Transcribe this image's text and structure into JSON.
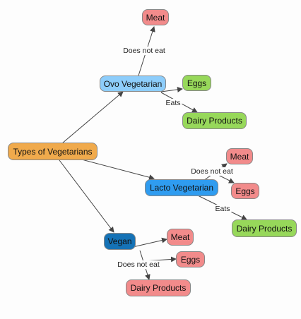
{
  "nodes": {
    "root": {
      "label": "Types of Vegetarians",
      "color": "#f0aa4c"
    },
    "ovo": {
      "label": "Ovo Vegetarian",
      "color": "#8dcdfb"
    },
    "ovo_meat": {
      "label": "Meat",
      "color": "#f28b8b"
    },
    "ovo_eggs": {
      "label": "Eggs",
      "color": "#97d85a"
    },
    "ovo_dairy": {
      "label": "Dairy Products",
      "color": "#97d85a"
    },
    "lacto": {
      "label": "Lacto Vegetarian",
      "color": "#2f9cf0"
    },
    "lacto_meat": {
      "label": "Meat",
      "color": "#f28b8b"
    },
    "lacto_eggs": {
      "label": "Eggs",
      "color": "#f28b8b"
    },
    "lacto_dairy": {
      "label": "Dairy Products",
      "color": "#97d85a"
    },
    "vegan": {
      "label": "Vegan",
      "color": "#1572b6"
    },
    "vegan_meat": {
      "label": "Meat",
      "color": "#f28b8b"
    },
    "vegan_eggs": {
      "label": "Eggs",
      "color": "#f28b8b"
    },
    "vegan_dairy": {
      "label": "Dairy Products",
      "color": "#f28b8b"
    }
  },
  "edge_labels": {
    "ovo_not_eat": "Does not eat",
    "ovo_eats": "Eats",
    "lacto_not_eat": "Does not eat",
    "lacto_eats": "Eats",
    "vegan_not_eat": "Does not eat"
  },
  "colors": {
    "edge": "#444444",
    "border": "#888888"
  }
}
